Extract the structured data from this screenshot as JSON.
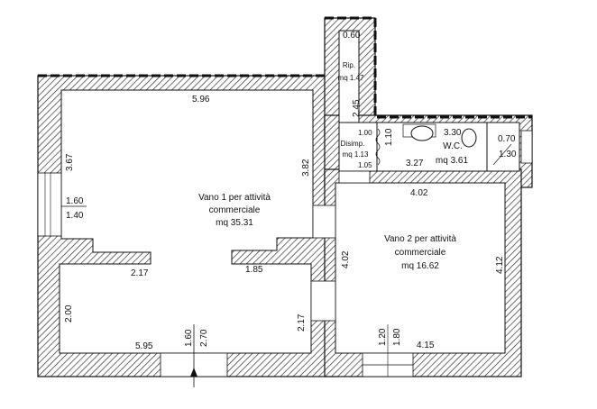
{
  "rooms": {
    "vano1": {
      "title": "Vano 1 per attività",
      "subtitle": "commerciale",
      "area": "mq 35.31"
    },
    "vano2": {
      "title": "Vano 2 per attività",
      "subtitle": "commerciale",
      "area": "mq 16.62"
    },
    "rip": {
      "title": "Rip.",
      "area": "mq 1.47"
    },
    "disimp": {
      "title": "Disimp.",
      "area": "mq 1.13"
    },
    "wc": {
      "title": "W.C.",
      "area": "mq 3.61"
    }
  },
  "dimensions": {
    "v1_top": "5.96",
    "v1_left": "3.67",
    "v1_right": "3.82",
    "window_w": "1.60",
    "window_h": "1.40",
    "part_left": "2.17",
    "part_right": "1.85",
    "v1_lower_left": "2.00",
    "v1_lower_right": "2.17",
    "v1_bottom": "5.95",
    "door1_w": "1.60",
    "door1_h": "2.70",
    "rip_w": "0.60",
    "rip_h": "2.45",
    "dis_top": "1.00",
    "dis_bottom": "1.05",
    "dis_h": "1.10",
    "wc_top": "3.30",
    "wc_bottom": "3.27",
    "small_w": "0.70",
    "small_h": "1.30",
    "v2_top": "4.02",
    "v2_left": "4.02",
    "v2_right": "4.12",
    "v2_bottom": "4.15",
    "door2_w": "1.20",
    "door2_h": "1.80"
  }
}
